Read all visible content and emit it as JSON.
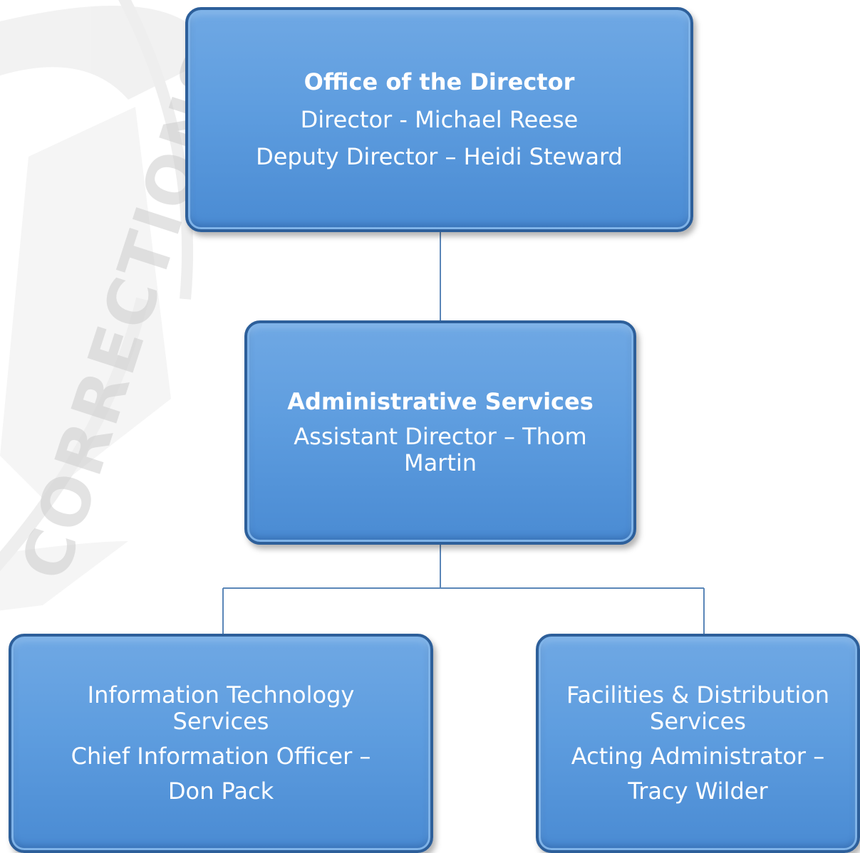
{
  "colors": {
    "node_fill_top": "#6fa8e4",
    "node_fill_bottom": "#4a8bd3",
    "node_border": "#2d5f9a",
    "connector": "#5a86b8",
    "text": "#ffffff",
    "watermark": "#d9d9d9"
  },
  "nodes": {
    "director": {
      "title": "Office of the Director",
      "line1": "Director -  Michael Reese",
      "line2": "Deputy Director – Heidi Steward"
    },
    "admin": {
      "title": "Administrative Services",
      "line1": "Assistant Director – Thom Martin"
    },
    "it": {
      "title": "Information Technology Services",
      "line1": "Chief Information Officer –",
      "line2": "Don Pack"
    },
    "facilities": {
      "title": "Facilities & Distribution Services",
      "line1": "Acting Administrator –",
      "line2": "Tracy Wilder"
    }
  },
  "watermark": {
    "text": "CORRECTIONS"
  }
}
